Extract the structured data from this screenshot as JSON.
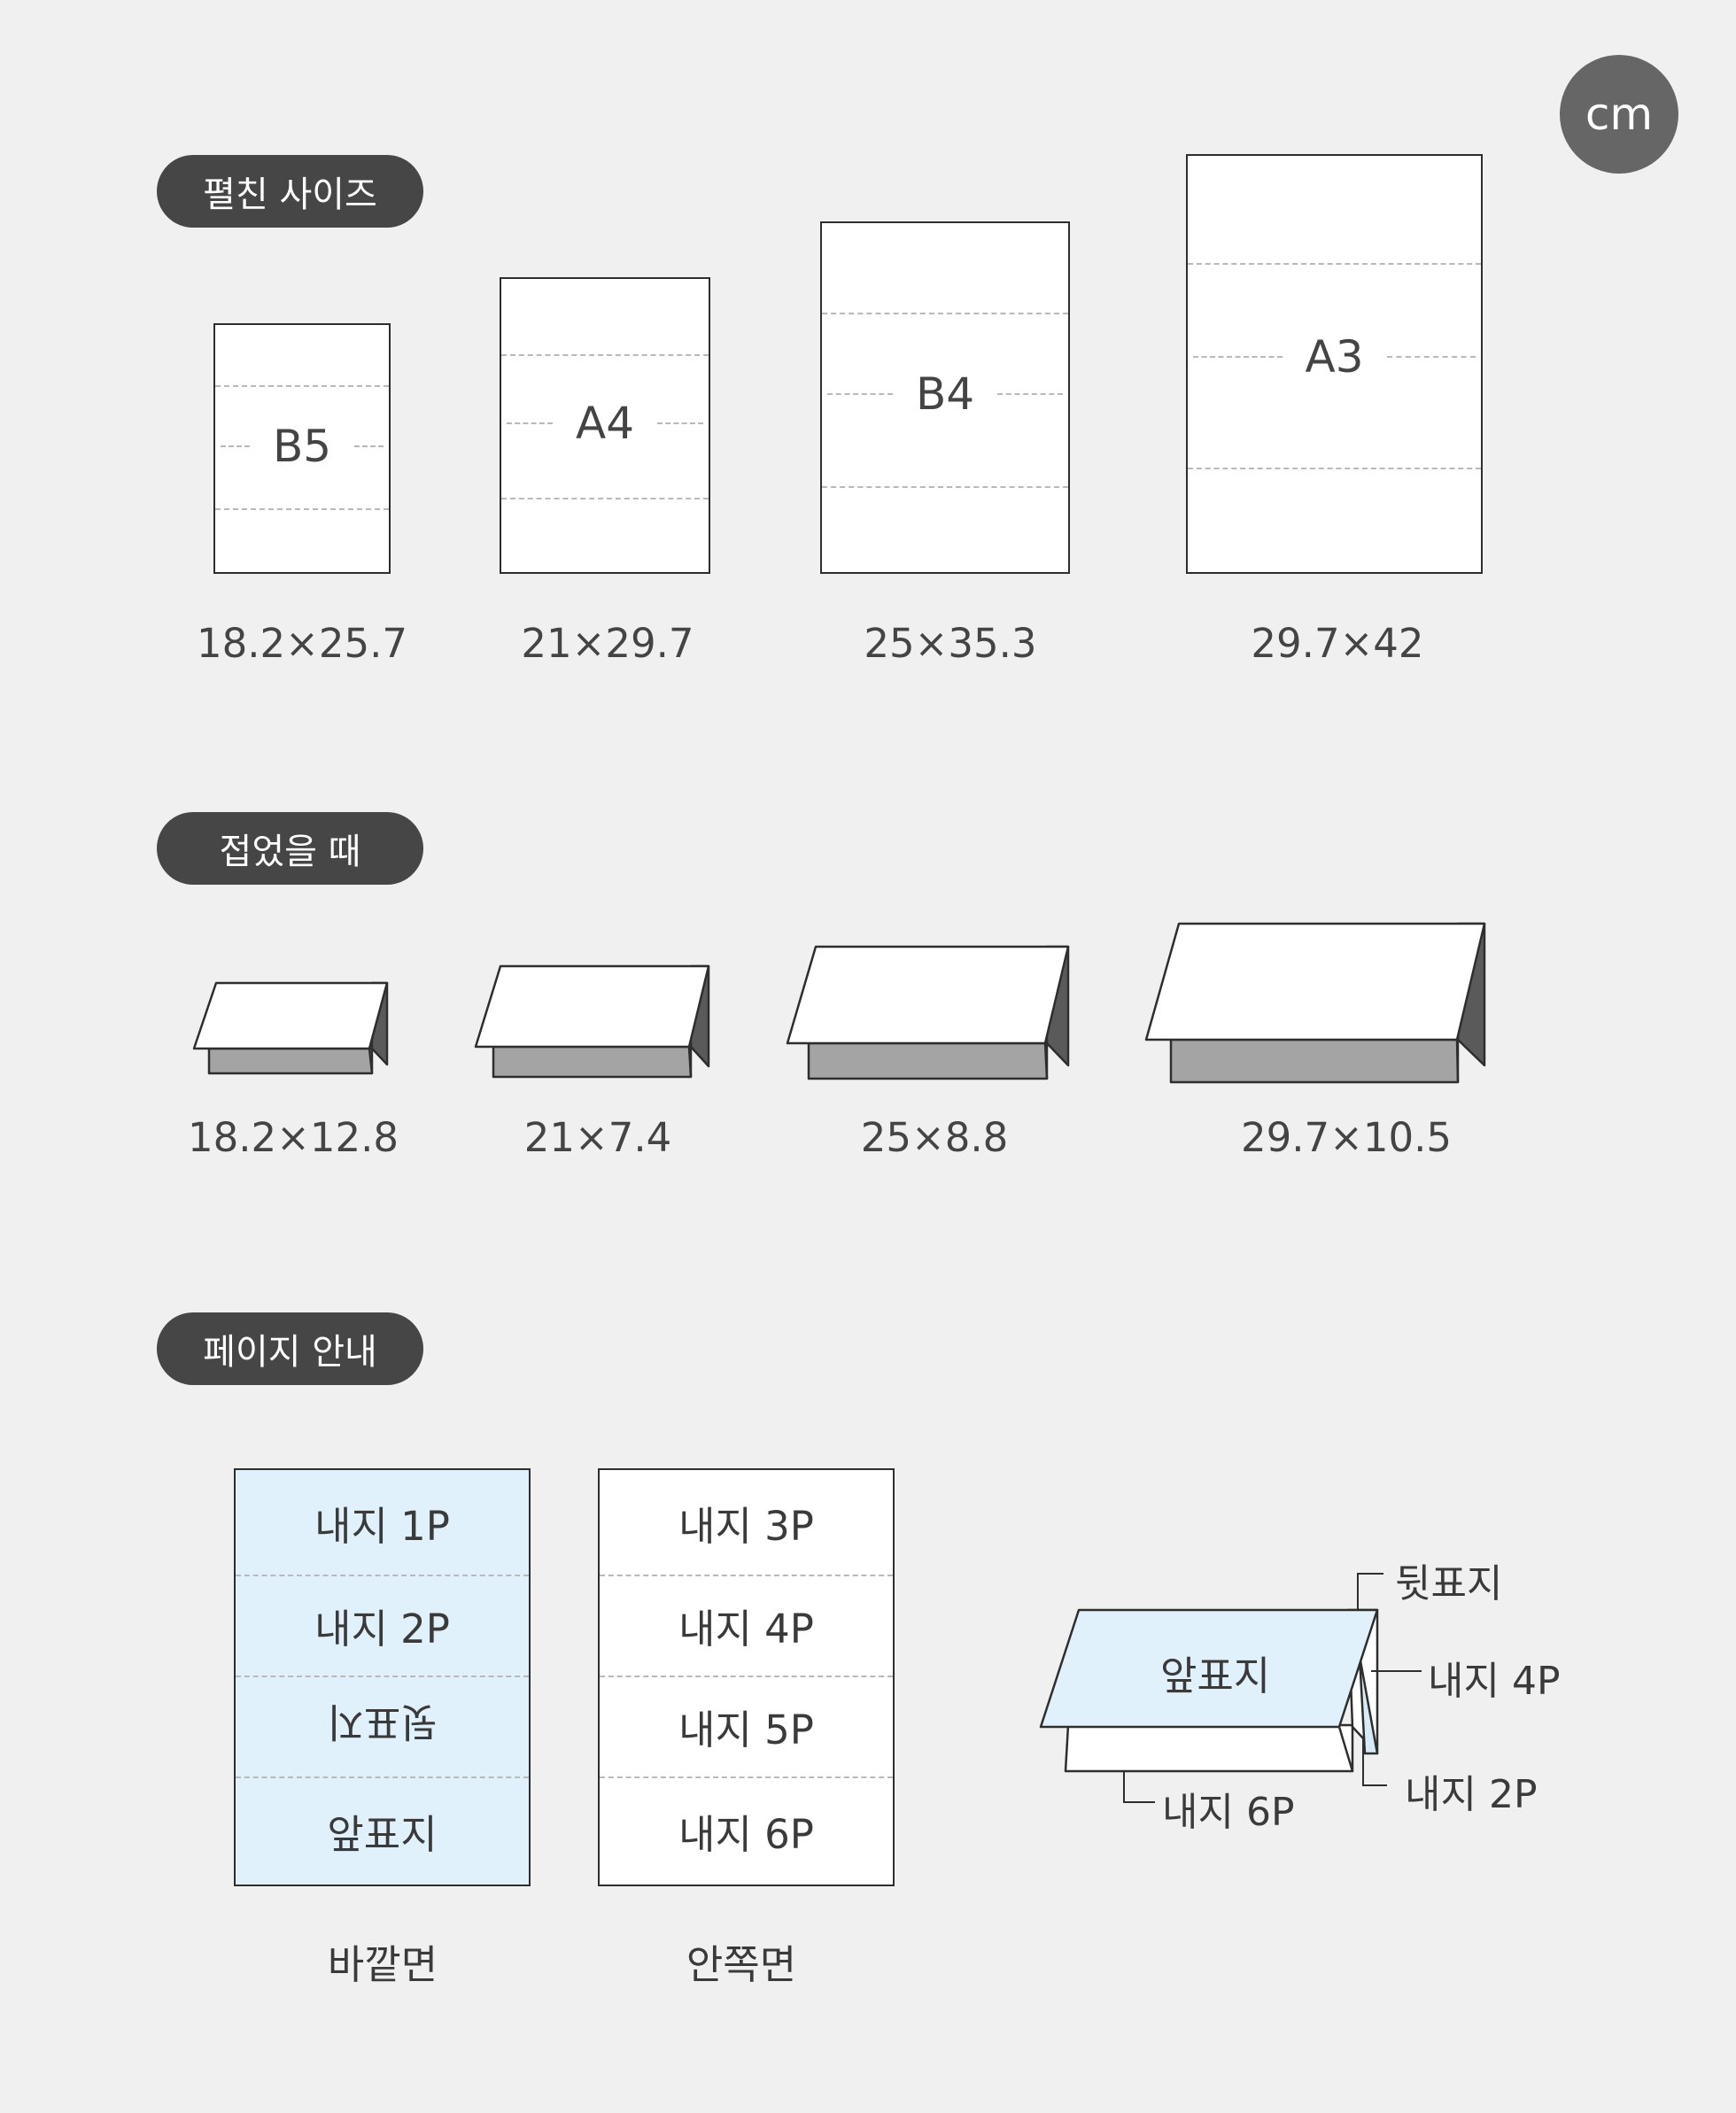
{
  "unit": "cm",
  "sections": {
    "unfolded": "펼친 사이즈",
    "folded": "접었을 때",
    "pages": "페이지 안내"
  },
  "unfolded_sizes": [
    {
      "label": "B5",
      "size": "18.2×25.7"
    },
    {
      "label": "A4",
      "size": "21×29.7"
    },
    {
      "label": "B4",
      "size": "25×35.3"
    },
    {
      "label": "A3",
      "size": "29.7×42"
    }
  ],
  "folded_sizes": [
    "18.2×12.8",
    "21×7.4",
    "25×8.8",
    "29.7×10.5"
  ],
  "outer_side": {
    "caption": "바깥면",
    "rows": [
      "내지 1P",
      "내지 2P",
      "뒷표지",
      "앞표지"
    ]
  },
  "inner_side": {
    "caption": "안쪽면",
    "rows": [
      "내지 3P",
      "내지 4P",
      "내지 5P",
      "내지 6P"
    ]
  },
  "folded_diagram": {
    "front_cover": "앞표지",
    "callouts": {
      "back_cover": "뒷표지",
      "inner_4p": "내지 4P",
      "inner_2p": "내지 2P",
      "inner_6p": "내지 6P"
    }
  },
  "colors": {
    "background": "#f0f0f0",
    "pill": "#464646",
    "badge": "#666666",
    "outer_fill": "#e1f1fb",
    "fold_shade": "#a4a4a4",
    "fold_dark": "#5a5a5a"
  }
}
